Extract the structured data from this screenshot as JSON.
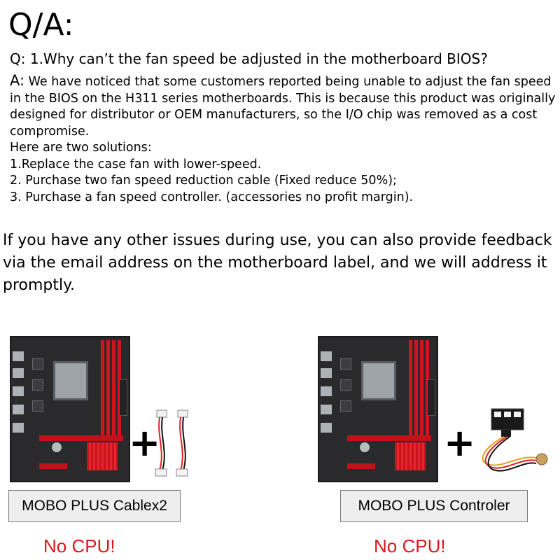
{
  "title": "Q/A:",
  "question": "Q: 1.Why can’t the fan speed be adjusted in the motherboard BIOS?",
  "answer": {
    "label": "A:",
    "text": " We have noticed that some customers reported being unable to adjust the fan speed in the BIOS on the H311 series motherboards. This is because this product was originally designed for distributor or OEM manufacturers, so the I/O chip was removed as a cost compromise.",
    "solutions_intro": "Here are two solutions:",
    "solutions": [
      "1.Replace the case fan with lower-speed.",
      "2. Purchase two fan speed reduction cable (Fixed reduce  50%);",
      "3. Purchase a fan speed controller. (accessories  no profit margin)."
    ]
  },
  "feedback": "If you have any other issues during use, you can also provide feedback via the email address on the motherboard label, and we will address it promptly.",
  "products": [
    {
      "label": "MOBO PLUS Cablex2",
      "plus": "+",
      "note": "No CPU!"
    },
    {
      "label": "MOBO PLUS Controler",
      "plus": "+",
      "note": "No CPU!"
    }
  ],
  "colors": {
    "accent_red": "#e0141c",
    "board_red": "#d0141e",
    "label_bg": "#eeeeee"
  }
}
